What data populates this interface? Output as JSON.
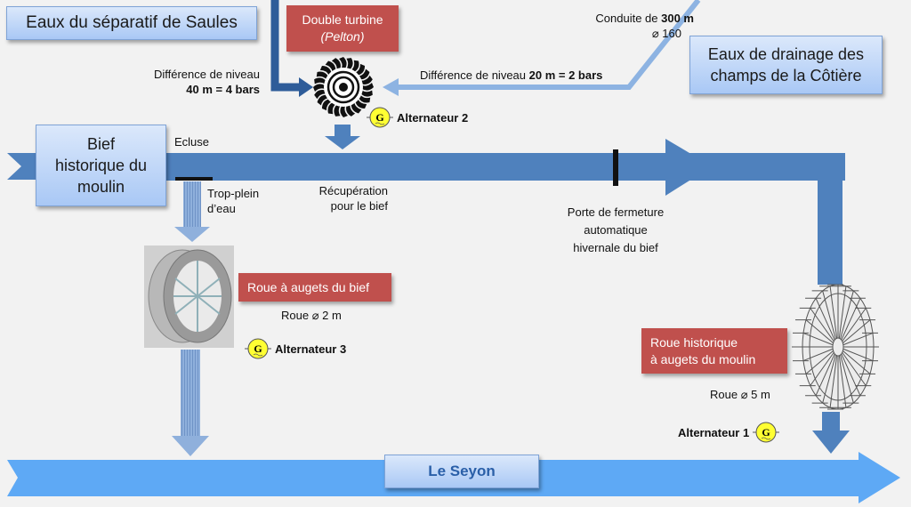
{
  "boxes": {
    "separatif": "Eaux du séparatif de Saules",
    "drainage_line1": "Eaux de drainage des",
    "drainage_line2": "champs de la Côtière",
    "bief_line1": "Bief",
    "bief_line2": "historique du",
    "bief_line3": "moulin",
    "seyon": "Le Seyon"
  },
  "components": {
    "turbine_title": "Double turbine",
    "turbine_subtitle": "(Pelton)",
    "roue_bief": "Roue à augets du bief",
    "roue_historique_line1": "Roue historique",
    "roue_historique_line2": "à augets du moulin"
  },
  "labels": {
    "diff_40_line1": "Différence de niveau",
    "diff_40_value": "40 m = 4 bars",
    "conduite_prefix": "Conduite de ",
    "conduite_length": "300 m",
    "conduite_diameter": "⌀ 160",
    "diff_20_prefix": "Différence de niveau ",
    "diff_20_m": "20 m",
    "diff_20_eq": " = ",
    "diff_20_bars": "2 bars",
    "ecluse": "Ecluse",
    "trop_plein_line1": "Trop-plein",
    "trop_plein_line2": "d’eau",
    "recuperation_line1": "Récupération",
    "recuperation_line2": "pour le bief",
    "porte_line1": "Porte de fermeture",
    "porte_line2": "automatique",
    "porte_line3": "hivernale du bief",
    "roue_2m": "Roue ⌀ 2 m",
    "roue_5m": "Roue ⌀ 5 m"
  },
  "generators": {
    "symbol": "G",
    "alt1": "Alternateur 1",
    "alt2": "Alternateur 2",
    "alt3": "Alternateur 3"
  },
  "colors": {
    "flow_dark": "#4f81bd",
    "flow_light": "#8db3e2",
    "seyon": "#5ea9f5",
    "red_box": "#c0504d",
    "generator": "#ffff33"
  }
}
